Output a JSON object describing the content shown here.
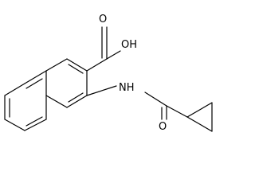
{
  "molecule": {
    "atom_labels": {
      "carbonyl_oxygen_acid": "O",
      "hydroxyl": "OH",
      "amide_nh": "NH",
      "carbonyl_oxygen_amide": "O"
    }
  }
}
